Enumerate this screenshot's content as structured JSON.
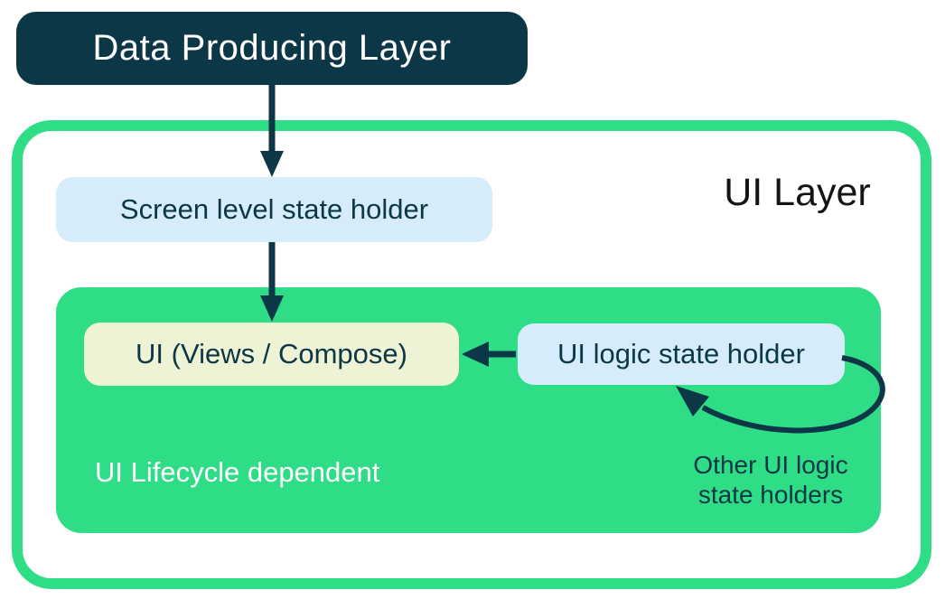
{
  "colors": {
    "dark": "#0c3747",
    "green": "#2edd85",
    "light_blue": "#d6ecfb",
    "cream": "#eff3d5",
    "white": "#ffffff",
    "title_black": "#141414"
  },
  "diagram": {
    "external_node": {
      "label": "Data Producing Layer"
    },
    "container": {
      "title": "UI Layer",
      "screen_state_holder": {
        "label": "Screen level state holder"
      },
      "lifecycle_group": {
        "caption": "UI Lifecycle dependent",
        "ui_node": {
          "label": "UI (Views / Compose)"
        },
        "ui_logic_state_holder": {
          "label": "UI logic state holder"
        },
        "loop_caption_line1": "Other UI logic",
        "loop_caption_line2": "state holders"
      }
    },
    "edges": [
      {
        "from": "Data Producing Layer",
        "to": "Screen level state holder",
        "style": "straight-down"
      },
      {
        "from": "Screen level state holder",
        "to": "UI (Views / Compose)",
        "style": "straight-down"
      },
      {
        "from": "UI logic state holder",
        "to": "UI (Views / Compose)",
        "style": "straight-left"
      },
      {
        "from": "Other UI logic state holders",
        "to": "UI logic state holder",
        "style": "curved-self-loop"
      }
    ]
  }
}
